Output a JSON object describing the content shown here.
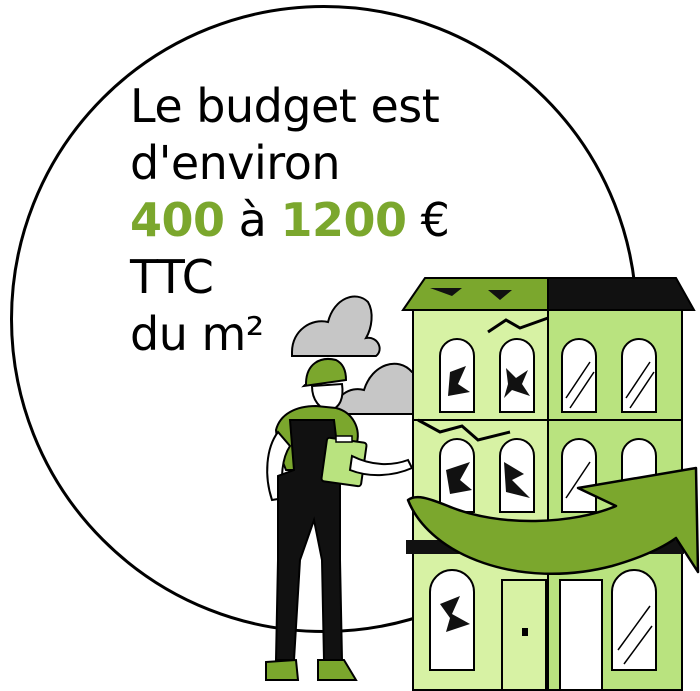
{
  "headline": {
    "line1": "Le budget est",
    "line2": "d'environ",
    "price_min": "400",
    "connector": "à",
    "price_max": "1200",
    "currency": "€",
    "line4": "TTC",
    "line5": "du m²"
  },
  "colors": {
    "accent": "#7ba72d",
    "light_green": "#d7f2a4",
    "mid_green": "#b9e37f",
    "dark": "#111111",
    "cloud_gray": "#c6c6c6"
  },
  "icons": [
    "cloud-icon",
    "building-icon",
    "worker-icon",
    "clipboard-icon",
    "arrow-up-right-icon"
  ]
}
